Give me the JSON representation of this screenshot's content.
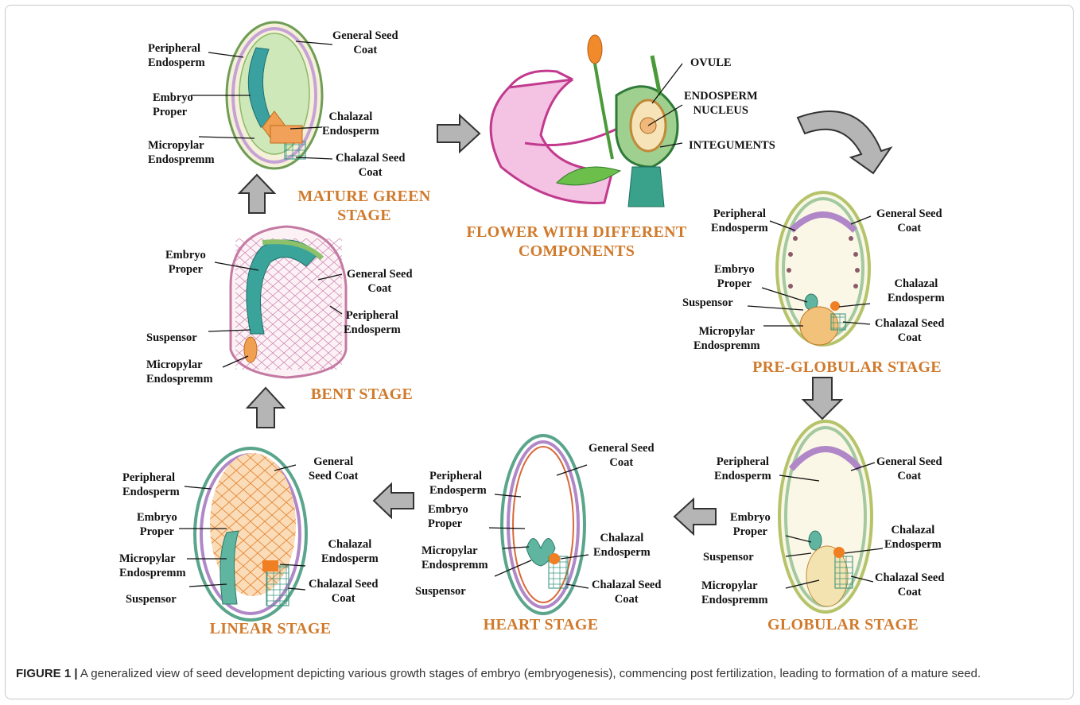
{
  "stages": {
    "mature_green": "MATURE GREEN\nSTAGE",
    "flower": "FLOWER WITH DIFFERENT\nCOMPONENTS",
    "pre_globular": "PRE-GLOBULAR STAGE",
    "globular": "GLOBULAR STAGE",
    "heart": "HEART STAGE",
    "linear": "LINEAR STAGE",
    "bent": "BENT STAGE"
  },
  "labels": {
    "mature_green": {
      "peripheral": "Peripheral\nEndosperm",
      "embryo": "Embryo\nProper",
      "micropylar": "Micropylar\nEndospremm",
      "general_seed_coat": "General Seed\nCoat",
      "chalazal_endosperm": "Chalazal\nEndosperm",
      "chalazal_seed_coat": "Chalazal Seed\nCoat"
    },
    "flower": {
      "ovule": "OVULE",
      "endosperm_nucleus": "ENDOSPERM\nNUCLEUS",
      "integuments": "INTEGUMENTS"
    },
    "bent": {
      "embryo": "Embryo\nProper",
      "suspensor": "Suspensor",
      "micropylar": "Micropylar\nEndospremm",
      "general_seed_coat": "General Seed\nCoat",
      "peripheral": "Peripheral\nEndosperm"
    },
    "pre_globular": {
      "peripheral": "Peripheral\nEndosperm",
      "embryo": "Embryo\nProper",
      "suspensor": "Suspensor",
      "micropylar": "Micropylar\nEndospremm",
      "general_seed_coat": "General Seed\nCoat",
      "chalazal_endosperm": "Chalazal\nEndosperm",
      "chalazal_seed_coat": "Chalazal Seed\nCoat"
    },
    "globular": {
      "peripheral": "Peripheral\nEndosperm",
      "embryo": "Embryo\nProper",
      "suspensor": "Suspensor",
      "micropylar": "Micropylar\nEndospremm",
      "general_seed_coat": "General Seed\nCoat",
      "chalazal_endosperm": "Chalazal\nEndosperm",
      "chalazal_seed_coat": "Chalazal Seed\nCoat"
    },
    "heart": {
      "peripheral": "Peripheral\nEndosperm",
      "embryo": "Embryo\nProper",
      "micropylar": "Micropylar\nEndospremm",
      "suspensor": "Suspensor",
      "general_seed_coat": "General Seed\nCoat",
      "chalazal_endosperm": "Chalazal\nEndosperm",
      "chalazal_seed_coat": "Chalazal Seed\nCoat"
    },
    "linear": {
      "peripheral": "Peripheral\nEndosperm",
      "embryo": "Embryo\nProper",
      "micropylar": "Micropylar\nEndospremm",
      "suspensor": "Suspensor",
      "general_seed_coat": "General\nSeed Coat",
      "chalazal_endosperm": "Chalazal\nEndosperm",
      "chalazal_seed_coat": "Chalazal Seed\nCoat"
    }
  },
  "caption": {
    "figure_label": "FIGURE 1 |",
    "text": " A generalized view of seed development depicting various growth stages of embryo (embryogenesis), commencing post fertilization, leading to formation of a mature seed."
  },
  "colors": {
    "stage_title": "#d07a2c",
    "arrow_fill": "#b5b5b5",
    "arrow_stroke": "#333333"
  }
}
